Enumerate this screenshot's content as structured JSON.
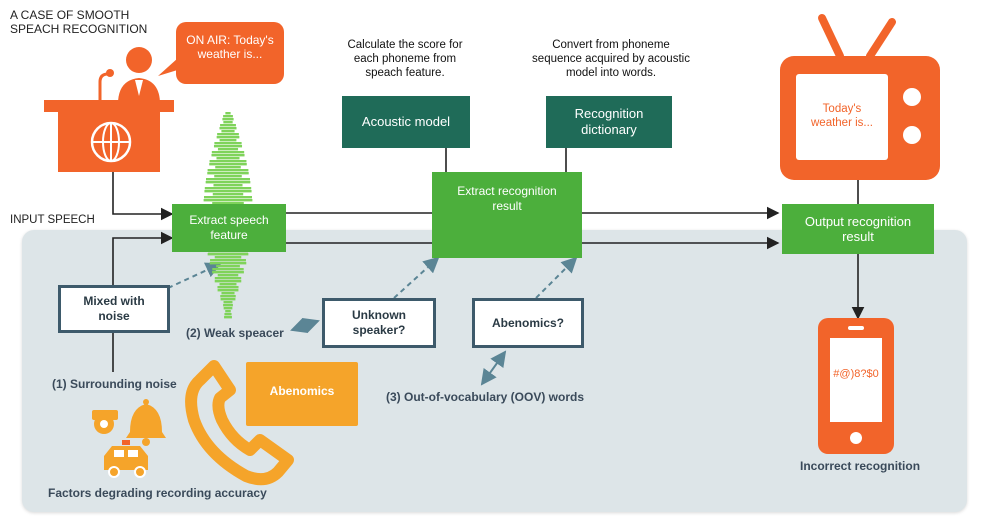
{
  "title": "A CASE OF SMOOTH SPEACH RECOGNITION",
  "input_speech": "INPUT SPEECH",
  "bubble_on_air": "ON AIR: Today's weather is...",
  "tv_text": "Today's weather is...",
  "acoustic_desc": "Calculate the score for each phoneme from speach feature.",
  "dictionary_desc": "Convert from phoneme sequence acquired by acoustic model into words.",
  "acoustic_model": "Acoustic model",
  "recognition_dictionary": "Recognition dictionary",
  "extract_speech_feature": "Extract speech feature",
  "extract_recognition_result": "Extract recognition result",
  "output_recognition_result": "Output recognition result",
  "mixed_with_noise": "Mixed with noise",
  "weak_speacer": "(2) Weak speacer",
  "unknown_speaker": "Unknown speaker?",
  "abenomics_q": "Abenomics?",
  "oov": "(3) Out-of-vocabulary (OOV) words",
  "surrounding_noise": "(1) Surrounding noise",
  "factors": "Factors degrading recording accuracy",
  "phone_bubble": "Abenomics",
  "phone_screen": "#@)8?$0",
  "incorrect": "Incorrect recognition",
  "colors": {
    "orange": "#f2642a",
    "green": "#4caf3c",
    "teal": "#1f6b58",
    "slate": "#3d5a6b",
    "panel": "#dde5e8"
  },
  "icons": [
    "podium-icon",
    "globe-icon",
    "speaker-person-icon",
    "soundwave-icon",
    "tv-icon",
    "smartphone-icon",
    "telephone-handset-icon",
    "whistle-icon",
    "bell-icon",
    "car-icon"
  ]
}
